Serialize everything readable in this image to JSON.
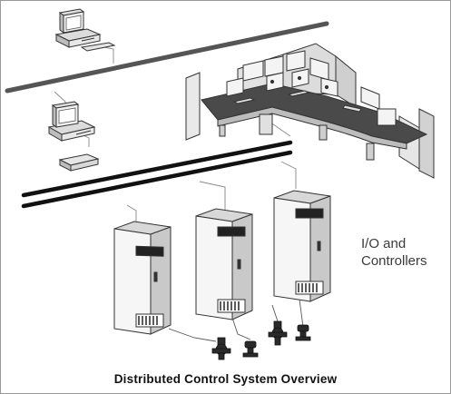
{
  "diagram": {
    "side_label_line1": "I/O and",
    "side_label_line2": "Controllers",
    "caption": "Distributed Control System Overview"
  }
}
